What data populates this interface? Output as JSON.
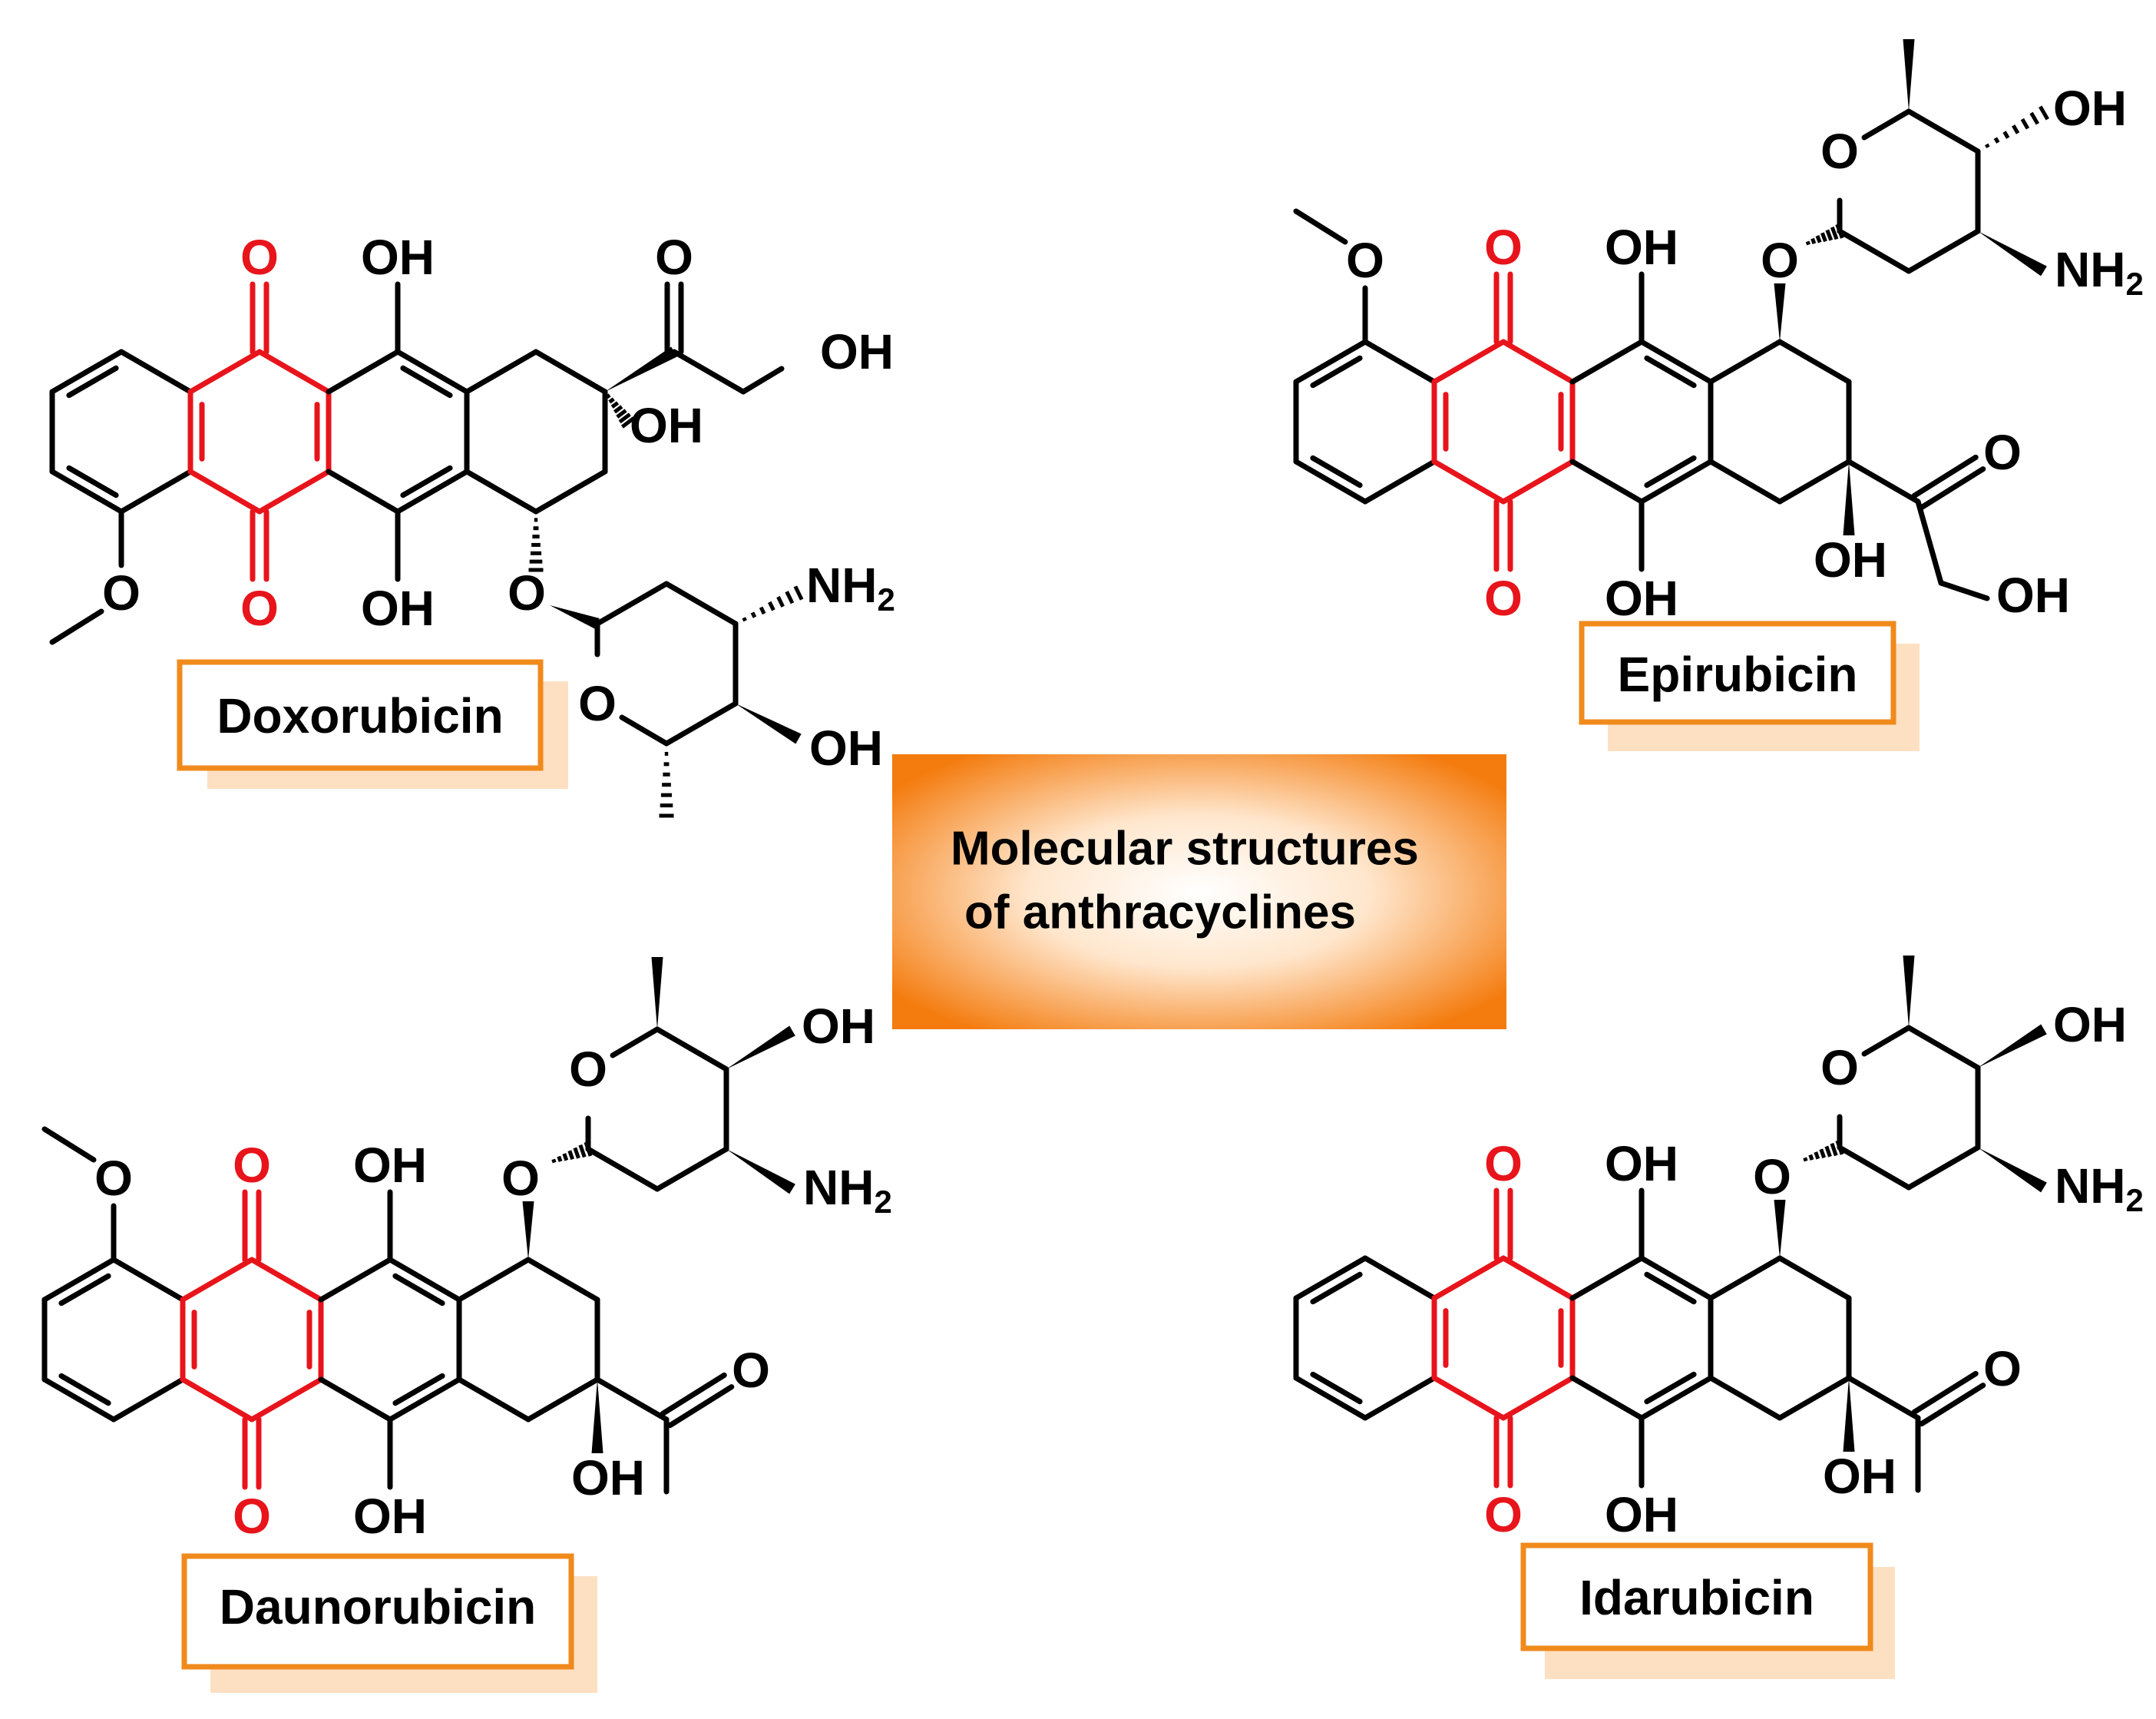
{
  "title": {
    "line1": "Molecular structures",
    "line2": "of anthracyclines"
  },
  "colors": {
    "bond": "#000000",
    "quinone": "#e8141b",
    "label_border": "#f08a1c",
    "label_shadow": "#fde0c2",
    "title_dark": "#f47c0f",
    "title_light": "#ffffff"
  },
  "drugs": [
    {
      "name": "Doxorubicin"
    },
    {
      "name": "Epirubicin"
    },
    {
      "name": "Daunorubicin"
    },
    {
      "name": "Idarubicin"
    }
  ],
  "atoms": {
    "O": "O",
    "OH": "OH",
    "NH2_main": "NH",
    "NH2_sub": "2"
  }
}
